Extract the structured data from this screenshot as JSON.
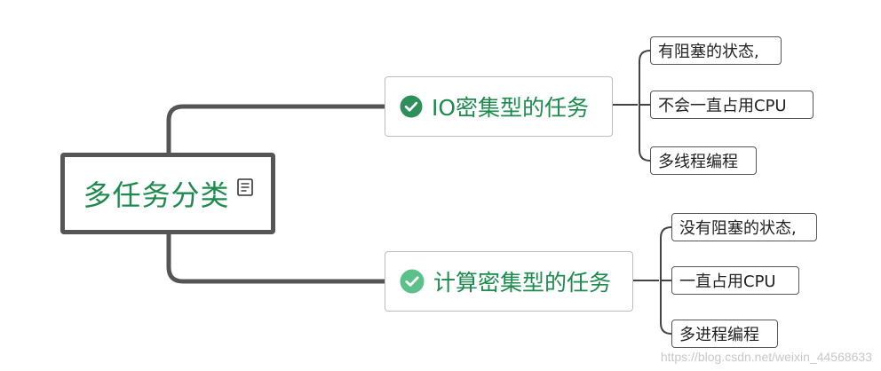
{
  "root": {
    "label": "多任务分类",
    "icon": "note-icon"
  },
  "branches": [
    {
      "label": "IO密集型的任务",
      "icon": "check-circle-icon",
      "icon_color": "#2f8f5b",
      "children": [
        "有阻塞的状态,",
        "不会一直占用CPU",
        "多线程编程"
      ]
    },
    {
      "label": "计算密集型的任务",
      "icon": "check-circle-icon",
      "icon_color": "#5cc08a",
      "children": [
        "没有阻塞的状态,",
        "一直占用CPU",
        "多进程编程"
      ]
    }
  ],
  "colors": {
    "accent_text": "#1d8a4e",
    "root_border": "#555555",
    "connector": "#555555"
  },
  "watermark": "https://blog.csdn.net/weixin_44568633"
}
